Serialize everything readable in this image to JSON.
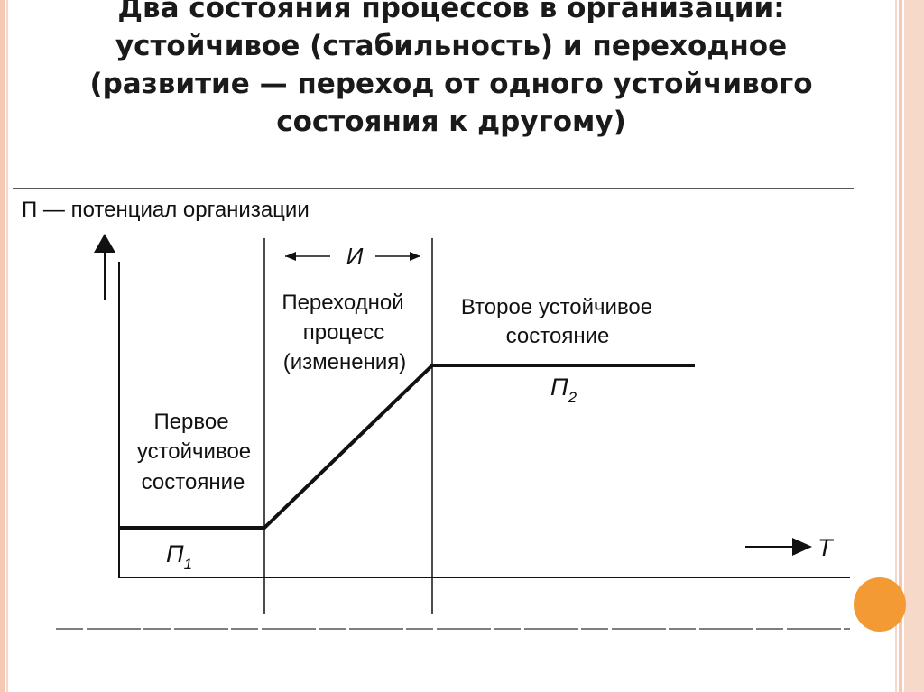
{
  "slide": {
    "title_lines": [
      "Два состояния процессов в организации:",
      "устойчивое (стабильность) и переходное",
      "(развитие — переход от одного устойчивого",
      "состояния к другому)"
    ],
    "accent_color": "#f39a34",
    "stripe_color": "#f3c9b3"
  },
  "diagram": {
    "y_axis_label": "П — потенциал организации",
    "interval_label": "И",
    "t_axis_label": "T",
    "phase_first": [
      "Первое",
      "устойчивое",
      "состояние"
    ],
    "phase_transition": [
      "Переходной",
      "процесс",
      "(изменения)"
    ],
    "phase_second": [
      "Второе устойчивое",
      "состояние"
    ],
    "level_1": {
      "letter": "П",
      "index": "1"
    },
    "level_2": {
      "letter": "П",
      "index": "2"
    }
  }
}
